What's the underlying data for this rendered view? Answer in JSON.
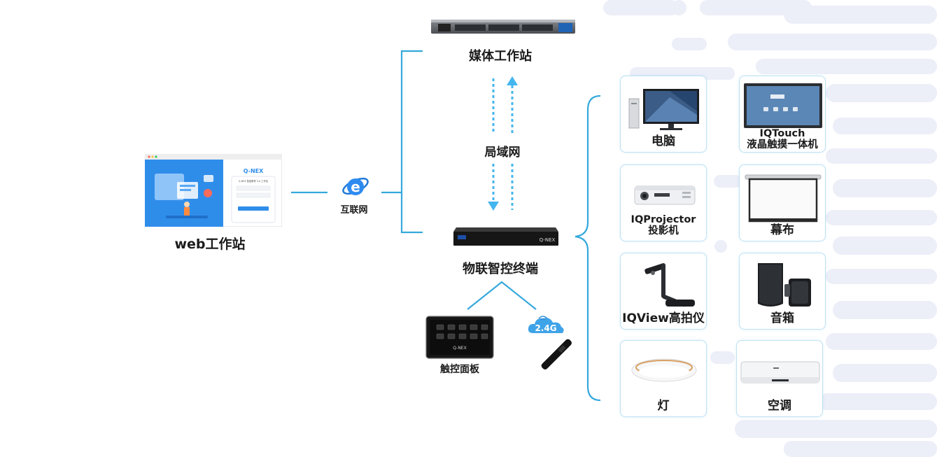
{
  "nodes": {
    "web_workstation": "web工作站",
    "internet": "互联网",
    "media_workstation": "媒体工作站",
    "lan": "局域网",
    "control_terminal": "物联智控终端",
    "touch_panel": "触控面板",
    "wireless_badge": "2.4G"
  },
  "brand": "Q-NEX",
  "web_screen": {
    "logo": "Q-NEX",
    "subtitle": "Q-NEX 智能教育 5.0 工作站"
  },
  "devices": [
    {
      "id": "pc",
      "label": "电脑",
      "sub": ""
    },
    {
      "id": "iqtouch",
      "label": "IQTouch",
      "sub": "液晶触摸一体机"
    },
    {
      "id": "projector",
      "label": "IQProjector",
      "sub": "投影机"
    },
    {
      "id": "screen",
      "label": "幕布",
      "sub": ""
    },
    {
      "id": "iqview",
      "label": "IQView高拍仪",
      "sub": ""
    },
    {
      "id": "speaker",
      "label": "音箱",
      "sub": ""
    },
    {
      "id": "light",
      "label": "灯",
      "sub": ""
    },
    {
      "id": "ac",
      "label": "空调",
      "sub": ""
    }
  ],
  "colors": {
    "connector": "#35a8dc",
    "arrow": "#44b6ee",
    "card_border": "#bfe2f4",
    "blob": "#e9eaf6"
  }
}
